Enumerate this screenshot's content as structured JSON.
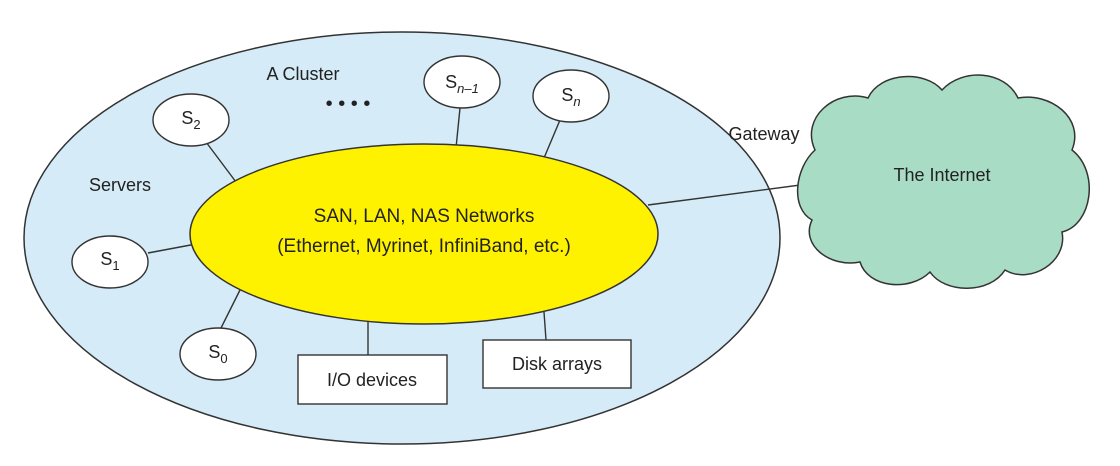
{
  "cluster": {
    "label": "A Cluster",
    "servers_label": "Servers",
    "ellipsis": "• • • •",
    "fill": "#d5ebf7"
  },
  "network": {
    "line1": "SAN, LAN, NAS Networks",
    "line2": "(Ethernet, Myrinet, InfiniBand, etc.)",
    "fill": "#fff200"
  },
  "servers": {
    "s_n_minus_1": {
      "base": "S",
      "sub": "n–1"
    },
    "s_n": {
      "base": "S",
      "sub": "n"
    },
    "s2": {
      "base": "S",
      "sub": "2"
    },
    "s1": {
      "base": "S",
      "sub": "1"
    },
    "s0": {
      "base": "S",
      "sub": "0"
    }
  },
  "devices": {
    "io": "I/O devices",
    "disk": "Disk arrays"
  },
  "gateway": {
    "label": "Gateway"
  },
  "internet": {
    "label": "The Internet",
    "fill": "#a8dcc4"
  }
}
